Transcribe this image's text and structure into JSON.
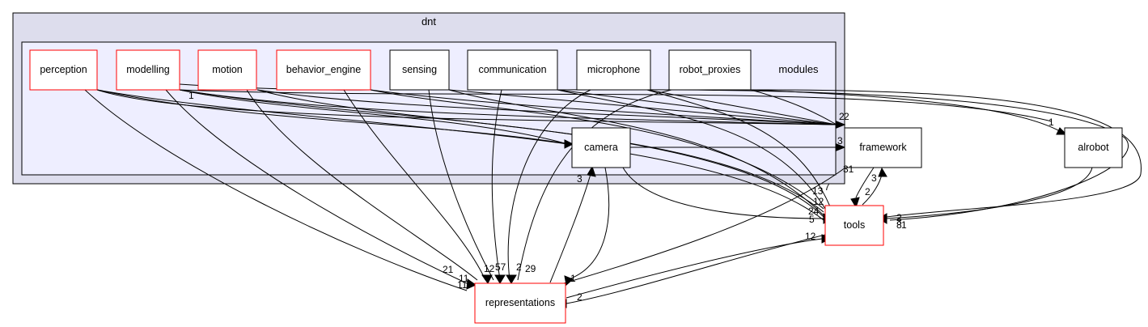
{
  "diagram": {
    "outer_cluster": {
      "label": "dnt",
      "fill": "#dddded",
      "stroke": "#000000"
    },
    "inner_cluster": {
      "label": "modules",
      "fill": "#eeeeff",
      "stroke": "#000000"
    },
    "node_styles": {
      "red_border": "#ff0000",
      "black_border": "#000000",
      "fill": "#ffffff"
    },
    "nodes": {
      "perception": {
        "label": "perception",
        "border": "red"
      },
      "modelling": {
        "label": "modelling",
        "border": "red"
      },
      "motion": {
        "label": "motion",
        "border": "red"
      },
      "behavior_engine": {
        "label": "behavior_engine",
        "border": "red"
      },
      "sensing": {
        "label": "sensing",
        "border": "black"
      },
      "communication": {
        "label": "communication",
        "border": "black"
      },
      "microphone": {
        "label": "microphone",
        "border": "black"
      },
      "robot_proxies": {
        "label": "robot_proxies",
        "border": "black"
      },
      "camera": {
        "label": "camera",
        "border": "black"
      },
      "framework": {
        "label": "framework",
        "border": "black"
      },
      "alrobot": {
        "label": "alrobot",
        "border": "black"
      },
      "tools": {
        "label": "tools",
        "border": "red"
      },
      "representations": {
        "label": "representations",
        "border": "red"
      }
    },
    "edge_labels": [
      "1",
      "3",
      "3",
      "1",
      "31",
      "3",
      "2",
      "7",
      "13",
      "12",
      "24",
      "5",
      "2",
      "8",
      "3",
      "1",
      "12",
      "2",
      "21",
      "11",
      "11",
      "12",
      "57",
      "2",
      "29",
      "1",
      "2",
      "2"
    ]
  }
}
